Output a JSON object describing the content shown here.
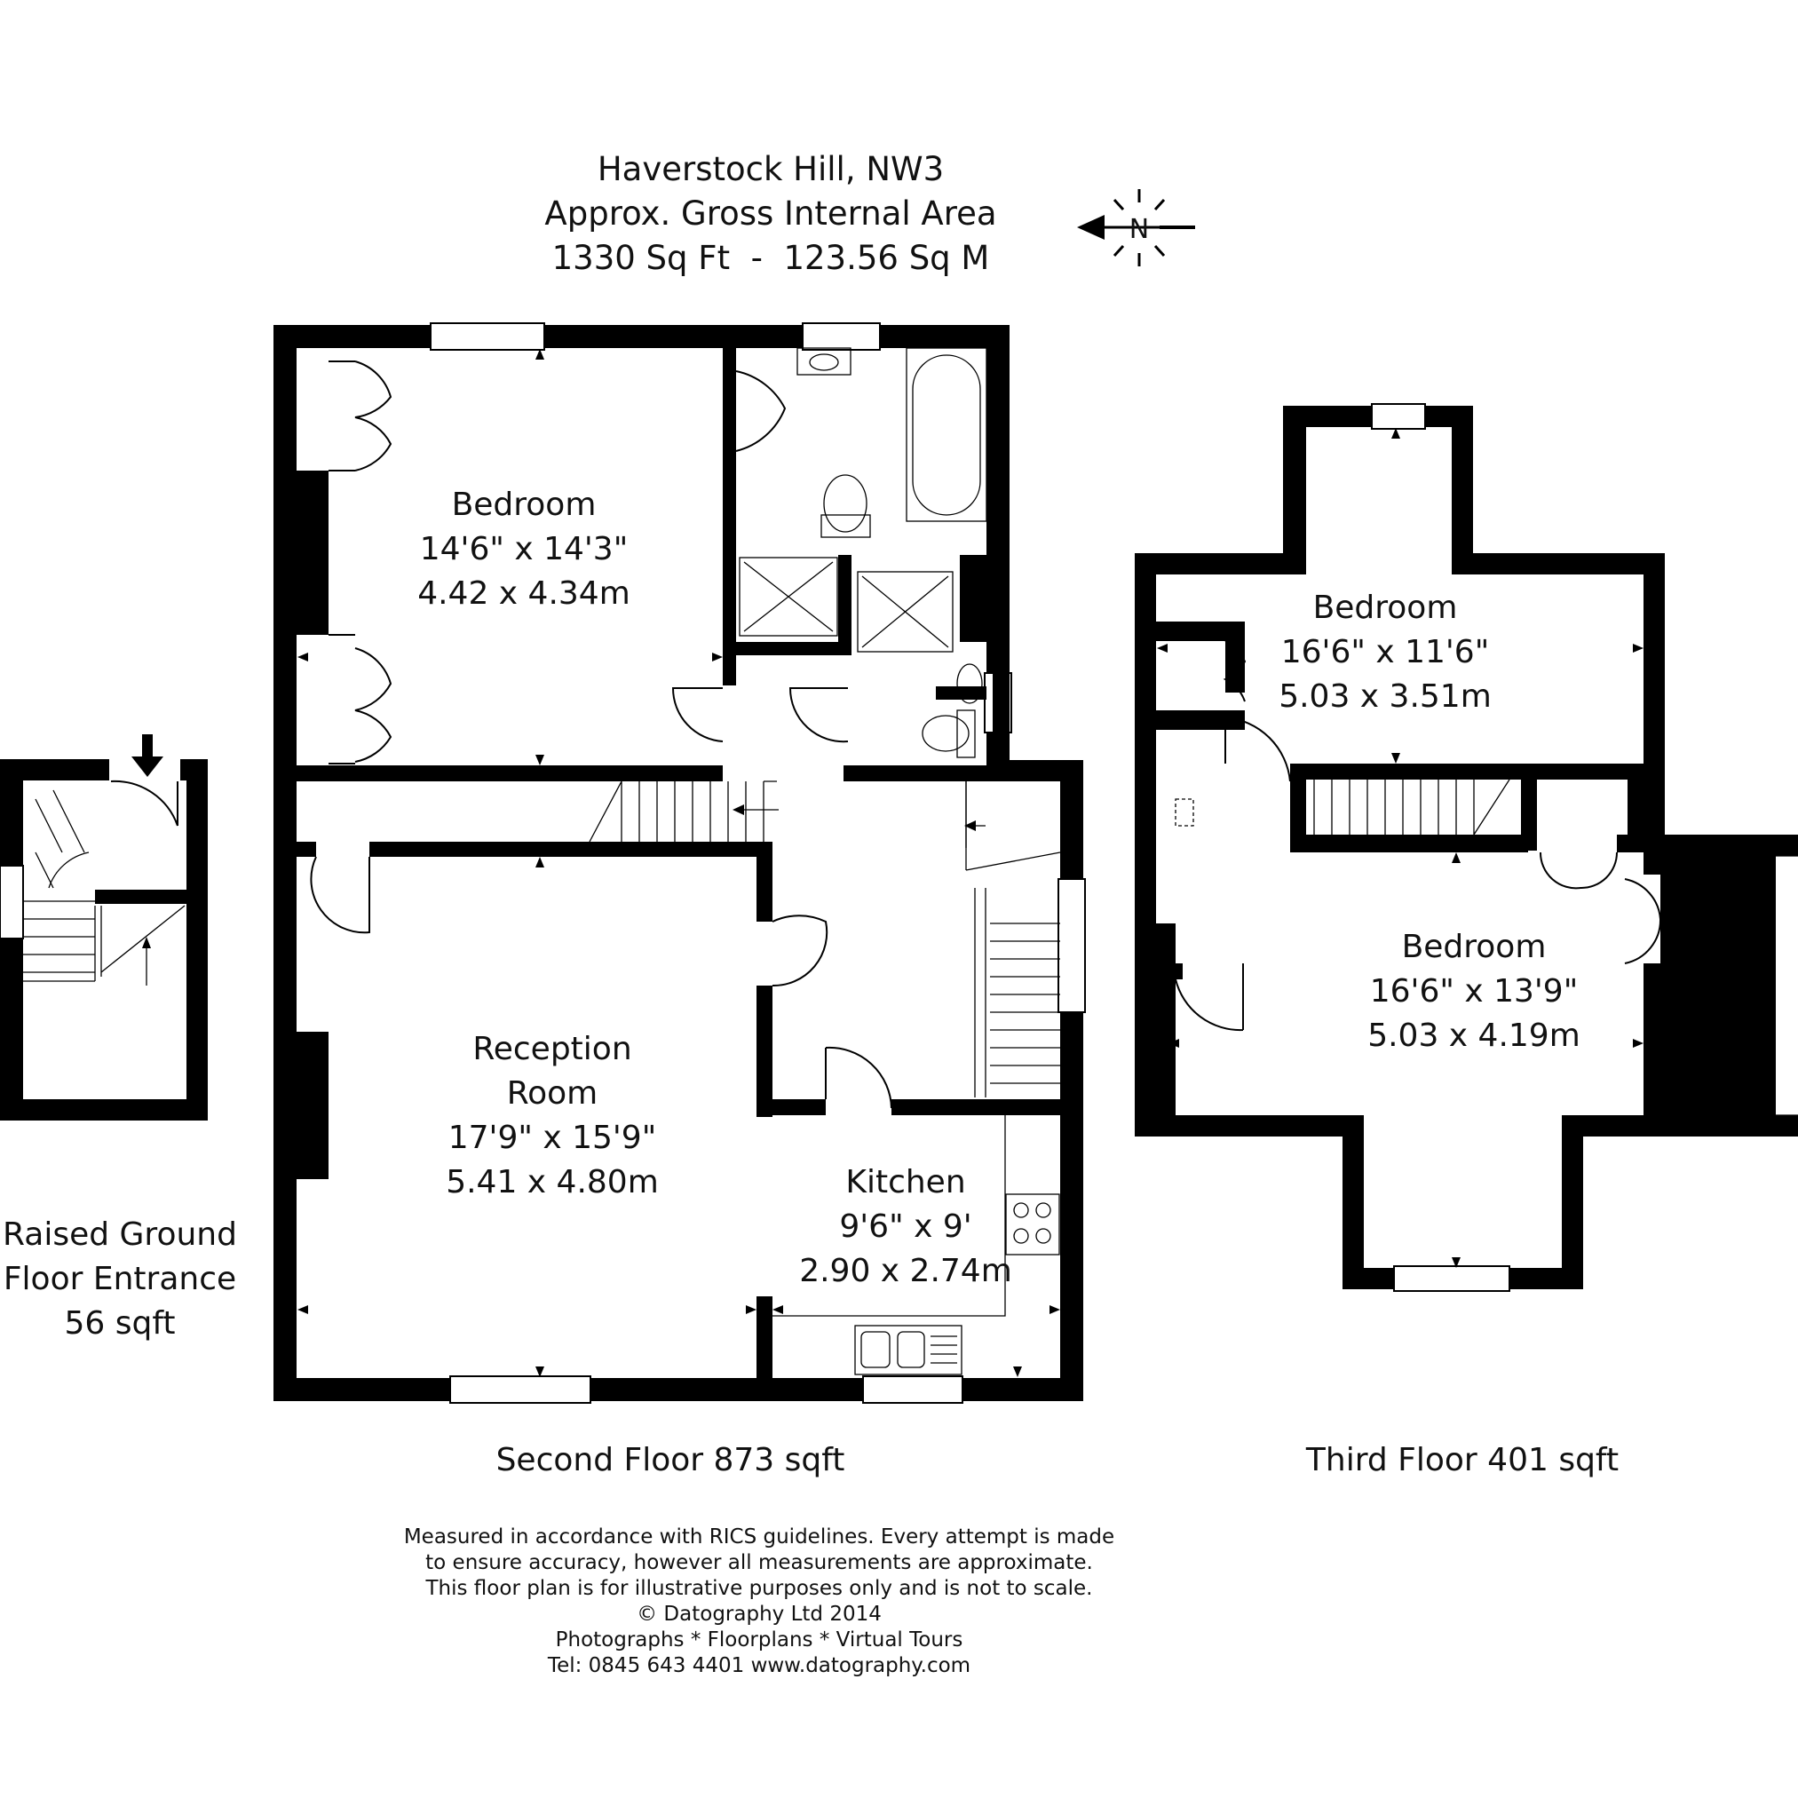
{
  "header": {
    "address": "Haverstock Hill, NW3",
    "area_label": "Approx. Gross Internal Area",
    "area_value": "1330 Sq Ft  -  123.56 Sq M"
  },
  "compass": {
    "letter": "N",
    "icon": "north-arrow-icon"
  },
  "floors": {
    "raised_ground": {
      "line1": "Raised Ground",
      "line2": "Floor Entrance",
      "line3": "56 sqft"
    },
    "second": {
      "caption": "Second Floor 873 sqft"
    },
    "third": {
      "caption": "Third Floor 401 sqft"
    }
  },
  "rooms": {
    "bedroom_second": {
      "name": "Bedroom",
      "imperial": "14'6\" x 14'3\"",
      "metric": "4.42 x 4.34m"
    },
    "reception": {
      "name_1": "Reception",
      "name_2": "Room",
      "imperial": "17'9\" x 15'9\"",
      "metric": "5.41 x 4.80m"
    },
    "kitchen": {
      "name": "Kitchen",
      "imperial": "9'6\" x 9'",
      "metric": "2.90 x 2.74m"
    },
    "bedroom_third_upper": {
      "name": "Bedroom",
      "imperial": "16'6\" x 11'6\"",
      "metric": "5.03 x 3.51m"
    },
    "bedroom_third_lower": {
      "name": "Bedroom",
      "imperial": "16'6\" x 13'9\"",
      "metric": "5.03 x 4.19m"
    }
  },
  "disclaimer": [
    "Measured in accordance with RICS guidelines. Every attempt is made",
    "to ensure accuracy, however all measurements are approximate.",
    "This floor plan is for illustrative purposes only and is not to scale.",
    "© Datography Ltd 2014",
    "Photographs * Floorplans * Virtual Tours",
    "Tel: 0845 643 4401 www.datography.com"
  ]
}
